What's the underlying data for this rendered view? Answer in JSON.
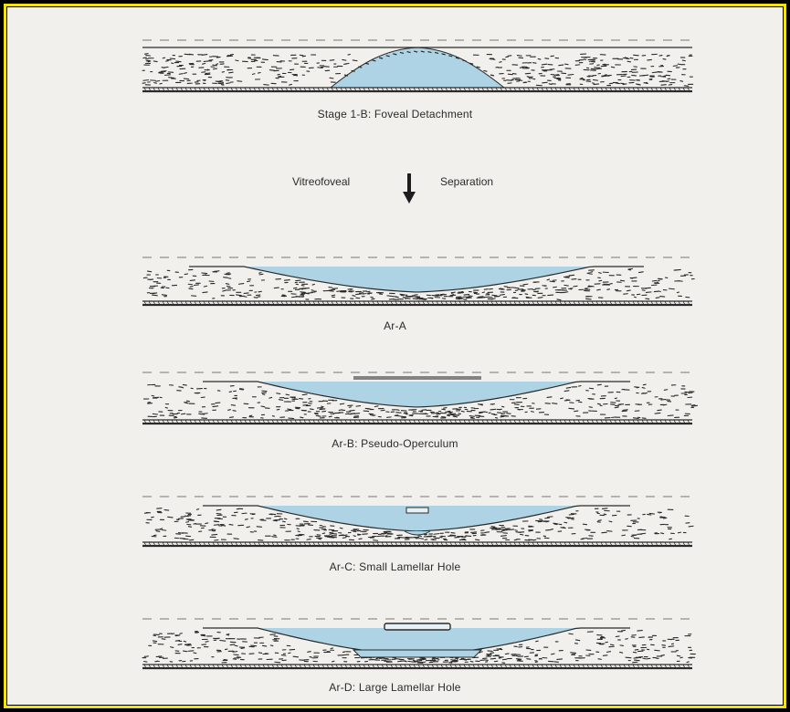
{
  "colors": {
    "frame": "#f2e21c",
    "background": "#000000",
    "paper": "#f1f0ec",
    "fluid": "#aed3e4",
    "ink": "#2a2a2a"
  },
  "transition": {
    "left_label": "Vitreofoveal",
    "right_label": "Separation",
    "icon": "down-arrow-icon"
  },
  "panels": [
    {
      "id": "stage-1b",
      "caption": "Stage 1-B: Foveal Detachment"
    },
    {
      "id": "ar-a",
      "caption": "Ar-A"
    },
    {
      "id": "ar-b",
      "caption": "Ar-B: Pseudo-Operculum"
    },
    {
      "id": "ar-c",
      "caption": "Ar-C: Small Lamellar Hole"
    },
    {
      "id": "ar-d",
      "caption": "Ar-D: Large Lamellar Hole"
    }
  ]
}
